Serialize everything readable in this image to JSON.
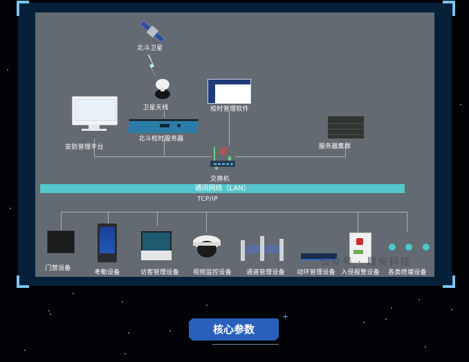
{
  "diagram": {
    "top_nodes": {
      "satellite": "北斗卫星",
      "antenna": "卫星天线",
      "timing_software": "校时管理软件",
      "security_platform": "安防管理平台",
      "timing_server": "北斗校时服务器",
      "server_cluster": "服务器集群",
      "switch": "交换机"
    },
    "network": {
      "bus_label": "通讯网络（LAN）",
      "protocol": "TCP/IP"
    },
    "devices": [
      {
        "label": "门禁设备"
      },
      {
        "label": "考勤设备"
      },
      {
        "label": "访客管理设备"
      },
      {
        "label": "视频监控设备"
      },
      {
        "label": "通道管理设备"
      },
      {
        "label": "动环管理设备"
      },
      {
        "label": "入侵报警设备"
      },
      {
        "label": "各类终端设备"
      }
    ],
    "watermark": "公众号 · 履安科技"
  },
  "section_badge": {
    "label": "核心参数"
  },
  "colors": {
    "frame_bg": "#06203a",
    "panel_bg": "#646a71",
    "corner_accent": "#7cc3ee",
    "lan_bar": "#54c5cb",
    "badge_bg": "#2a5fbd"
  }
}
